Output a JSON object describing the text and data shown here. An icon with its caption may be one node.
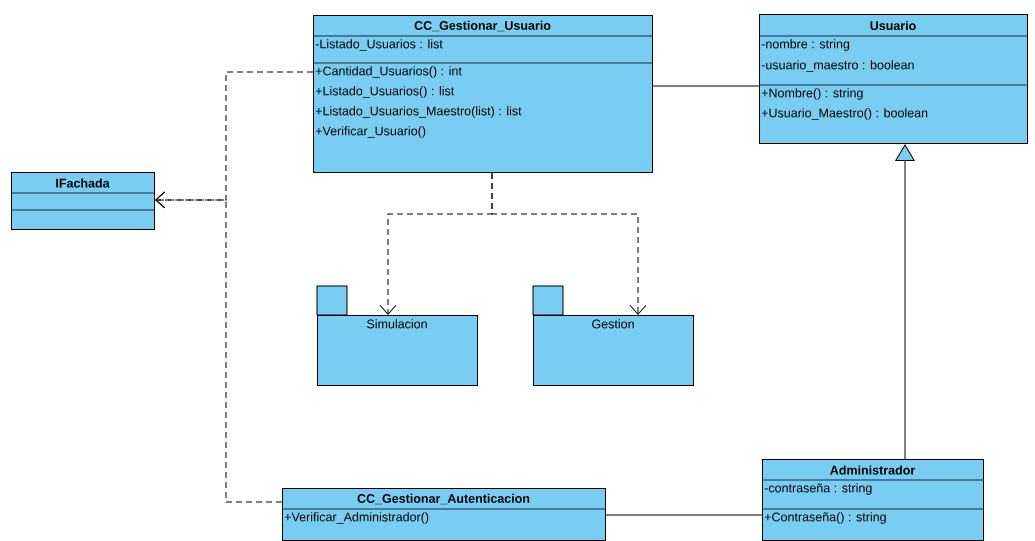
{
  "diagram": {
    "nodes": [
      {
        "text": [
          "CC_Gestionar_Usuario",
          "-Listado_Usuarios : list",
          "+Cantidad_Usuarios() : int",
          "+Listado_Usuarios() : list",
          "+Listado_Usuarios_Maestro(list) : list",
          "+Verificar_Usuario()"
        ]
      },
      {
        "text": [
          "Usuario",
          "-nombre : string",
          "-usuario_maestro : boolean",
          "+Nombre() : string",
          "+Usuario_Maestro() : boolean"
        ]
      },
      {
        "text": [
          "IFachada"
        ]
      },
      {
        "text": [
          "Simulacion"
        ]
      },
      {
        "text": [
          "Gestion"
        ]
      },
      {
        "text": [
          "CC_Gestionar_Autenticacion",
          "+Verificar_Administrador()"
        ]
      },
      {
        "text": [
          "Administrador",
          "-contraseña : string",
          "+Contraseña() : string"
        ]
      }
    ],
    "edges": [
      {
        "from": 0,
        "to": 2,
        "arrow": "to",
        "style": "dashed"
      },
      {
        "from": 5,
        "to": 2,
        "arrow": "to",
        "style": "dashed"
      },
      {
        "from": 0,
        "to": 3,
        "arrow": "to",
        "style": "dashed"
      },
      {
        "from": 0,
        "to": 4,
        "arrow": "to",
        "style": "dashed"
      },
      {
        "from": 0,
        "to": 1,
        "arrow": "none"
      },
      {
        "from": 6,
        "to": 1,
        "arrow": "to"
      },
      {
        "from": 5,
        "to": 6,
        "arrow": "none"
      }
    ]
  }
}
